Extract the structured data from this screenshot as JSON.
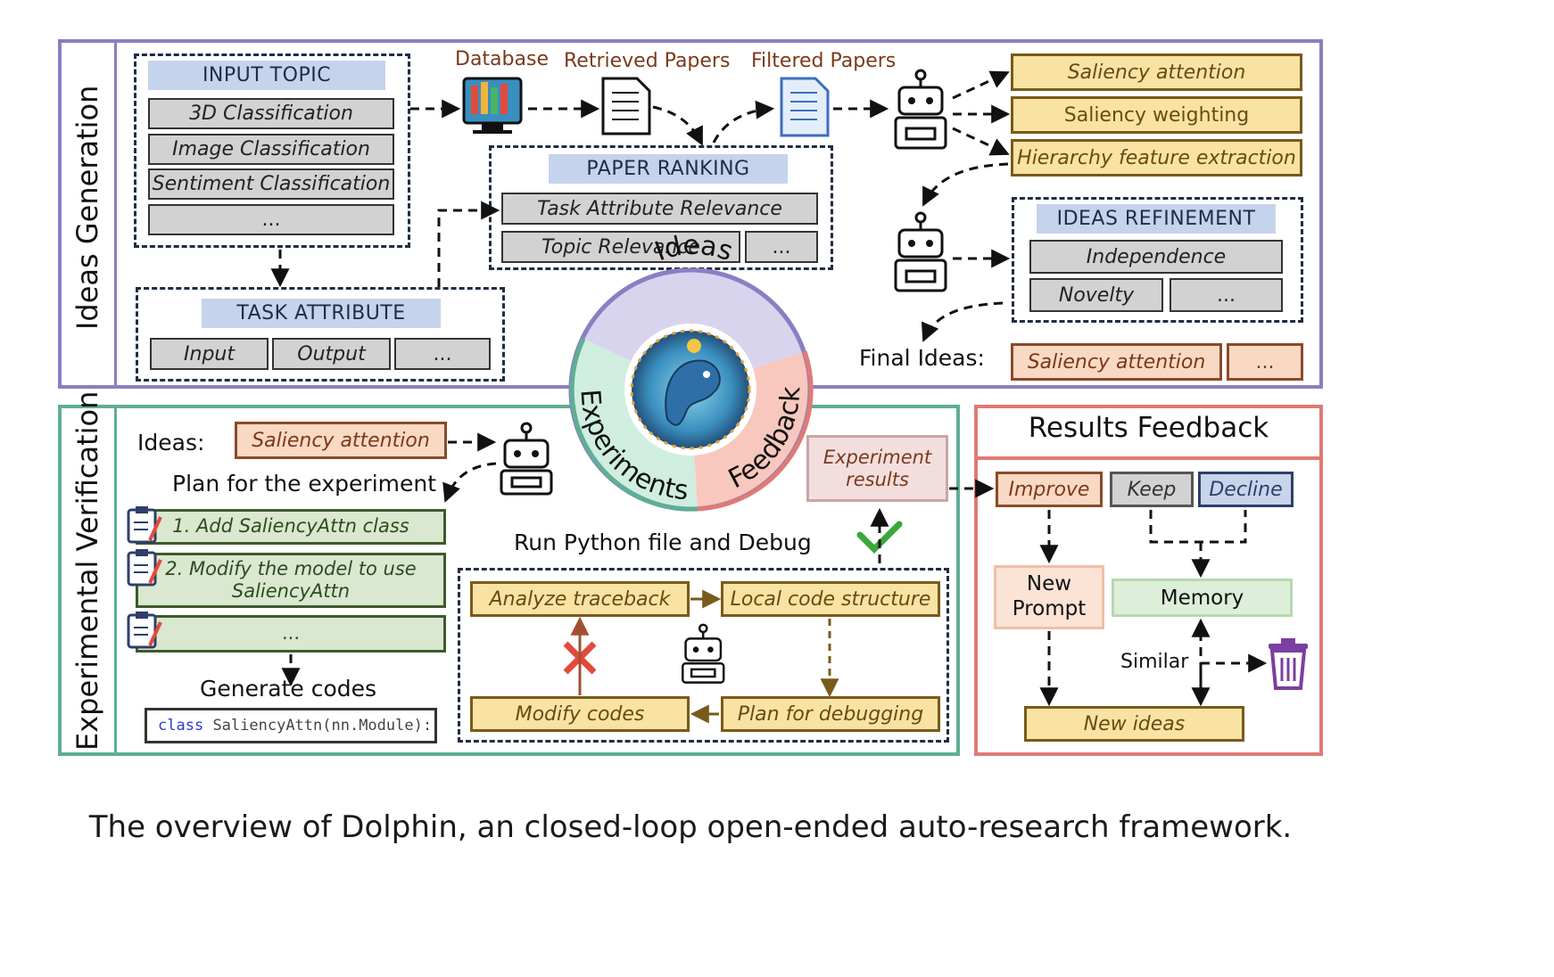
{
  "ideas_generation": {
    "section_label": "Ideas Generation",
    "input_topic": {
      "header": "INPUT TOPIC",
      "items": [
        "3D Classification",
        "Image Classification",
        "Sentiment Classification",
        "..."
      ]
    },
    "task_attribute": {
      "header": "TASK ATTRIBUTE",
      "items": [
        "Input",
        "Output",
        "..."
      ]
    },
    "database_label": "Database",
    "retrieved_papers_label": "Retrieved Papers",
    "filtered_papers_label": "Filtered Papers",
    "paper_ranking": {
      "header": "PAPER RANKING",
      "items": [
        "Task Attribute Relevance",
        "Topic Relevance",
        "..."
      ]
    },
    "generated_ideas": [
      "Saliency attention",
      "Saliency weighting",
      "Hierarchy feature extraction"
    ],
    "ideas_refinement": {
      "header": "IDEAS REFINEMENT",
      "items": [
        "Independence",
        "Novelty",
        "..."
      ]
    },
    "final_ideas_label": "Final Ideas:",
    "final_ideas": [
      "Saliency attention",
      "..."
    ]
  },
  "cycle": {
    "ideas": "Ideas",
    "experiments": "Experiments",
    "feedback": "Feedback"
  },
  "experimental_verification": {
    "section_label": "Experimental Verification",
    "ideas_label": "Ideas:",
    "idea": "Saliency attention",
    "plan_label": "Plan for the experiment",
    "plan_items": [
      "1. Add SaliencyAttn class",
      "2. Modify the model to use SaliencyAttn",
      "..."
    ],
    "generate_label": "Generate codes",
    "code_keyword": "class",
    "code_rest": "SaliencyAttn(nn.Module):",
    "run_label": "Run Python file and Debug",
    "debug": {
      "analyze": "Analyze traceback",
      "local": "Local code structure",
      "modify": "Modify codes",
      "plan": "Plan for debugging"
    },
    "experiment_results": "Experiment results"
  },
  "results_feedback": {
    "title": "Results Feedback",
    "improve": "Improve",
    "keep": "Keep",
    "decline": "Decline",
    "new_prompt": "New Prompt",
    "memory": "Memory",
    "similar": "Similar",
    "new_ideas": "New ideas"
  },
  "caption": "The overview of Dolphin, an closed-loop open-ended auto-research framework.",
  "colors": {
    "ideas_border": "#8a7fc0",
    "verification_border": "#5fae96",
    "feedback_border": "#e07a74"
  }
}
